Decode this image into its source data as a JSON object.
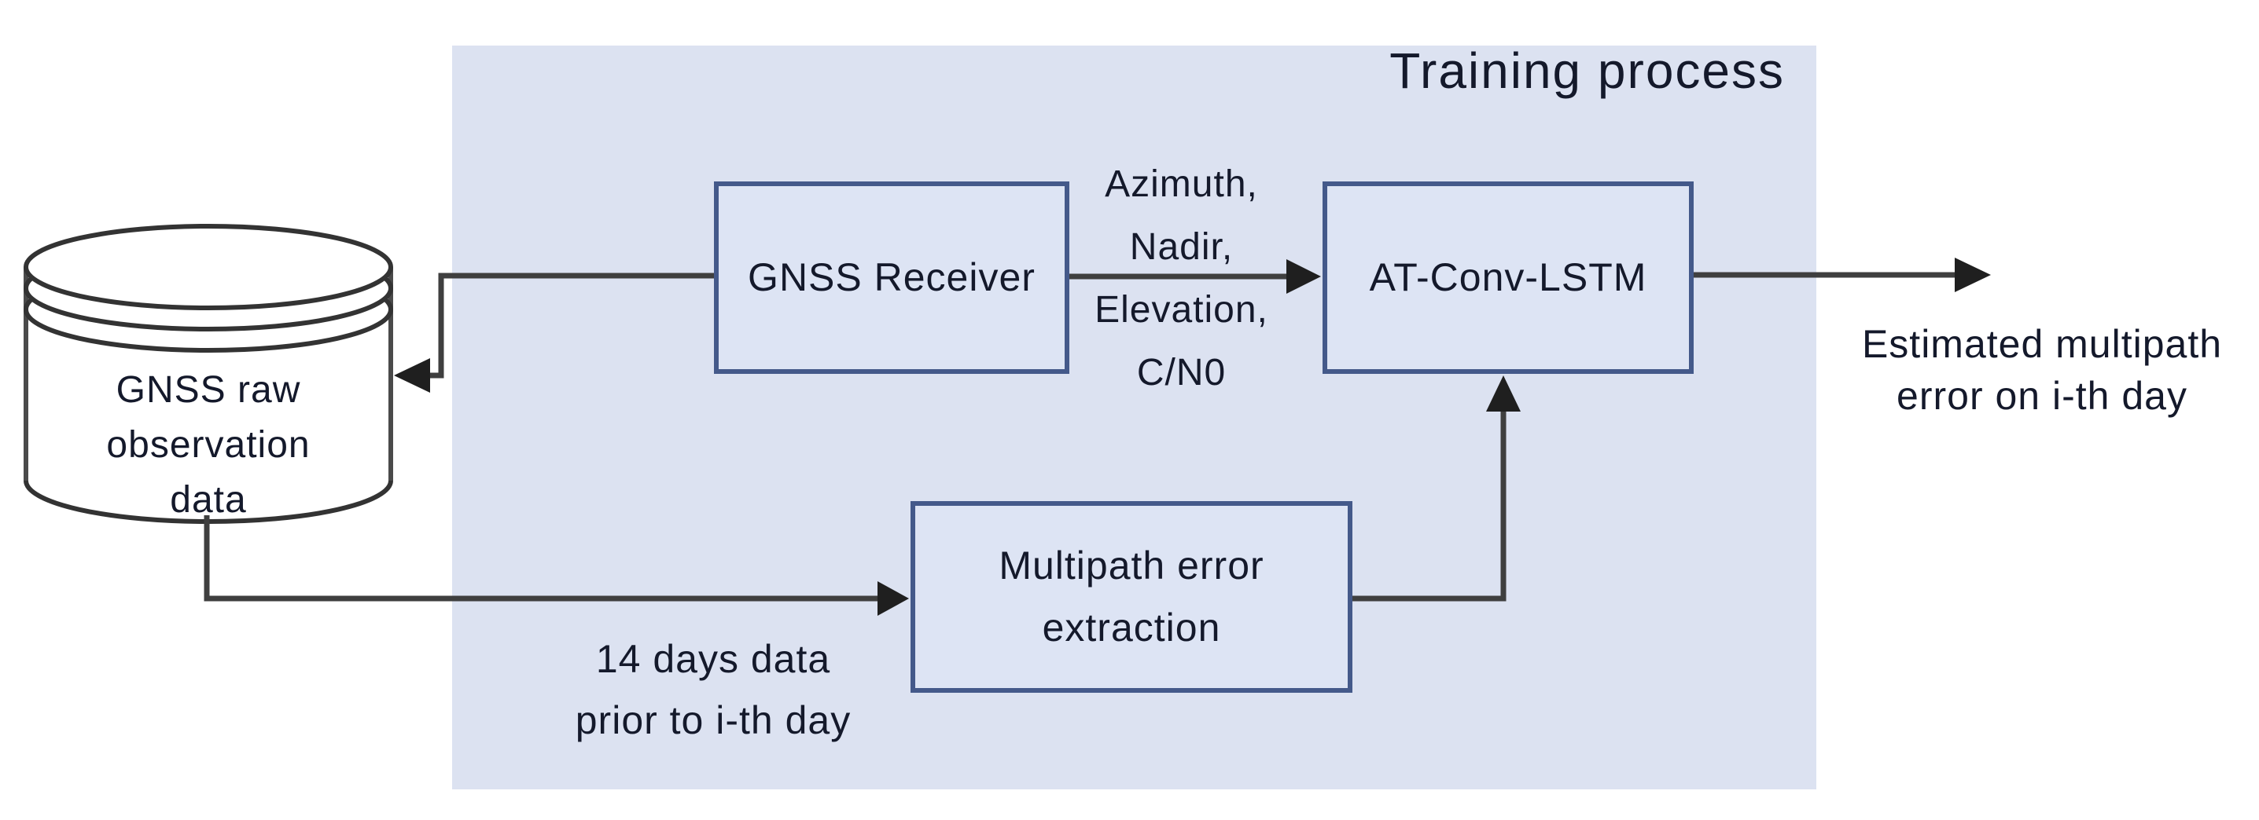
{
  "diagram": {
    "title": "Training process",
    "nodes": {
      "database": {
        "label_lines": [
          "GNSS raw",
          "observation",
          "data"
        ]
      },
      "receiver": {
        "label": "GNSS Receiver"
      },
      "model": {
        "label": "AT-Conv-LSTM"
      },
      "extraction": {
        "label_lines": [
          "Multipath error",
          "extraction"
        ]
      }
    },
    "edge_labels": {
      "features": {
        "lines": [
          "Azimuth,",
          "Nadir,",
          "Elevation,",
          "C/N0"
        ]
      },
      "history": {
        "lines": [
          "14 days data",
          "prior to i-th day"
        ]
      },
      "output": {
        "lines": [
          "Estimated multipath",
          "error on i-th day"
        ]
      }
    },
    "colors": {
      "background": "#ffffff",
      "training_region_fill": "#dce2f1",
      "node_fill": "#dde4f4",
      "node_border": "#44598a",
      "arrow_line": "#3f3f3f",
      "arrow_head": "#1f1f1f",
      "cylinder_outline": "#333333",
      "text": "#14192b"
    }
  }
}
